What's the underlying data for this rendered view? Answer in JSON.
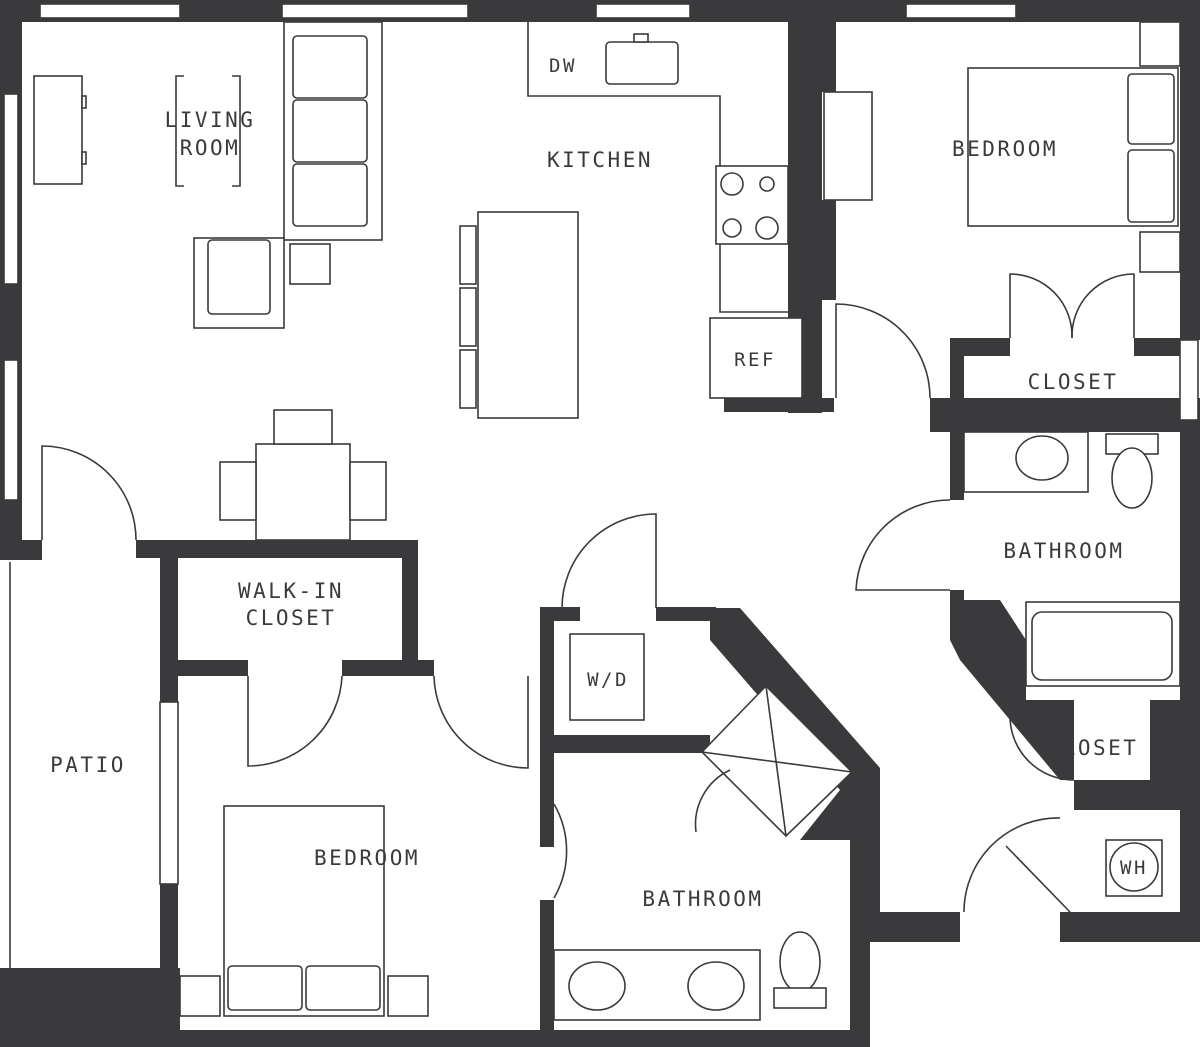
{
  "colors": {
    "wall": "#3a3a3c",
    "background": "#ffffff"
  },
  "rooms": {
    "living_room": [
      "LIVING",
      "ROOM"
    ],
    "kitchen": "KITCHEN",
    "dishwasher": "DW",
    "refrigerator": "REF",
    "bedroom_1": "BEDROOM",
    "closet_1": "CLOSET",
    "bathroom_1": "BATHROOM",
    "closet_2": "CLOSET",
    "water_heater": "WH",
    "walk_in_closet": [
      "WALK-IN",
      "CLOSET"
    ],
    "washer_dryer": "W/D",
    "patio": "PATIO",
    "bedroom_2": "BEDROOM",
    "bathroom_2": "BATHROOM"
  }
}
